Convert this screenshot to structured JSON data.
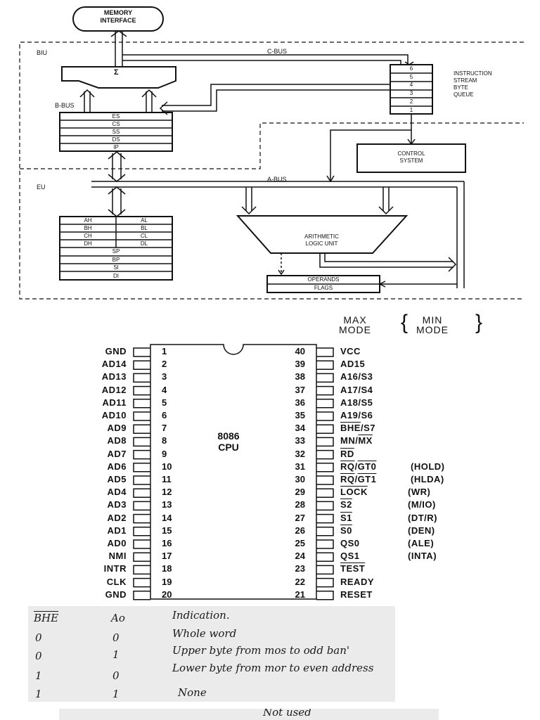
{
  "block_diagram": {
    "memory_interface": [
      "MEMORY",
      "INTERFACE"
    ],
    "biu_label": "BIU",
    "eu_label": "EU",
    "c_bus": "C-BUS",
    "b_bus": "B-BUS",
    "a_bus": "A-BUS",
    "sigma": "Σ",
    "segment_registers": [
      "ES",
      "CS",
      "SS",
      "DS",
      "IP"
    ],
    "queue_slots": [
      "6",
      "5",
      "4",
      "3",
      "2",
      "1"
    ],
    "queue_label": [
      "INSTRUCTION",
      "STREAM",
      "BYTE",
      "QUEUE"
    ],
    "control_system": [
      "CONTROL",
      "SYSTEM"
    ],
    "general_registers": [
      [
        "AH",
        "AL"
      ],
      [
        "BH",
        "BL"
      ],
      [
        "CH",
        "CL"
      ],
      [
        "DH",
        "DL"
      ]
    ],
    "pointer_registers": [
      "SP",
      "BP",
      "SI",
      "DI"
    ],
    "alu": [
      "ARITHMETIC",
      "LOGIC UNIT"
    ],
    "operands": "OPERANDS",
    "flags": "FLAGS"
  },
  "pinout": {
    "max_mode": [
      "MAX",
      "MODE"
    ],
    "min_mode": [
      "MIN",
      "MODE"
    ],
    "chip_label": [
      "8086",
      "CPU"
    ],
    "left_pins": [
      {
        "num": "1",
        "name": "GND"
      },
      {
        "num": "2",
        "name": "AD14"
      },
      {
        "num": "3",
        "name": "AD13"
      },
      {
        "num": "4",
        "name": "AD12"
      },
      {
        "num": "5",
        "name": "AD11"
      },
      {
        "num": "6",
        "name": "AD10"
      },
      {
        "num": "7",
        "name": "AD9"
      },
      {
        "num": "8",
        "name": "AD8"
      },
      {
        "num": "9",
        "name": "AD7"
      },
      {
        "num": "10",
        "name": "AD6"
      },
      {
        "num": "11",
        "name": "AD5"
      },
      {
        "num": "12",
        "name": "AD4"
      },
      {
        "num": "13",
        "name": "AD3"
      },
      {
        "num": "14",
        "name": "AD2"
      },
      {
        "num": "15",
        "name": "AD1"
      },
      {
        "num": "16",
        "name": "AD0"
      },
      {
        "num": "17",
        "name": "NMI"
      },
      {
        "num": "18",
        "name": "INTR"
      },
      {
        "num": "19",
        "name": "CLK"
      },
      {
        "num": "20",
        "name": "GND"
      }
    ],
    "right_pins": [
      {
        "num": "40",
        "name": "VCC",
        "min": ""
      },
      {
        "num": "39",
        "name": "AD15",
        "min": ""
      },
      {
        "num": "38",
        "name": "A16/S3",
        "min": ""
      },
      {
        "num": "37",
        "name": "A17/S4",
        "min": ""
      },
      {
        "num": "36",
        "name": "A18/S5",
        "min": ""
      },
      {
        "num": "35",
        "name": "A19/S6",
        "min": ""
      },
      {
        "num": "34",
        "name": "BHE/S7",
        "min": ""
      },
      {
        "num": "33",
        "name": "MN/MX",
        "min": ""
      },
      {
        "num": "32",
        "name": "RD",
        "min": ""
      },
      {
        "num": "31",
        "name": "RQ/GT0",
        "min": "(HOLD)"
      },
      {
        "num": "30",
        "name": "RQ/GT1",
        "min": "(HLDA)"
      },
      {
        "num": "29",
        "name": "LOCK",
        "min": "(WR)"
      },
      {
        "num": "28",
        "name": "S2",
        "min": "(M/IO)"
      },
      {
        "num": "27",
        "name": "S1",
        "min": "(DT/R)"
      },
      {
        "num": "26",
        "name": "S0",
        "min": "(DEN)"
      },
      {
        "num": "25",
        "name": "QS0",
        "min": "(ALE)"
      },
      {
        "num": "24",
        "name": "QS1",
        "min": "(INTA)"
      },
      {
        "num": "23",
        "name": "TEST",
        "min": ""
      },
      {
        "num": "22",
        "name": "READY",
        "min": ""
      },
      {
        "num": "21",
        "name": "RESET",
        "min": ""
      }
    ]
  },
  "handwritten_table": {
    "headers": [
      "BHE",
      "Ao",
      "Indication."
    ],
    "rows": [
      [
        "0",
        "0",
        "Whole word"
      ],
      [
        "0",
        "1",
        "Upper byte from mos to odd ban'"
      ],
      [
        "1",
        "0",
        "Lower byte from mor to even address"
      ],
      [
        "1",
        "1",
        "None"
      ]
    ],
    "bottom_fragment": "Not used"
  }
}
